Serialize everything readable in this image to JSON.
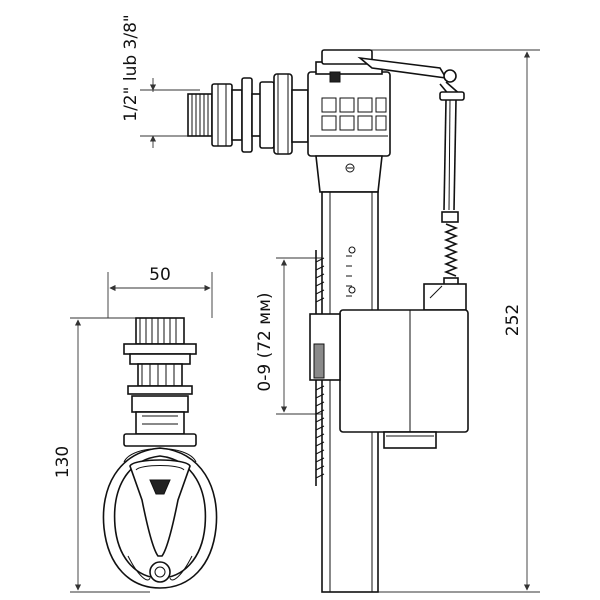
{
  "dimensions": {
    "width_label": "50",
    "height_left_label": "130",
    "height_right_label": "252",
    "adjust_label": "0-9 (72 мм)",
    "thread_label": "1/2\" lub 3/8\""
  },
  "colors": {
    "line": "#111111",
    "dimension_line": "#333333",
    "background": "#ffffff"
  }
}
